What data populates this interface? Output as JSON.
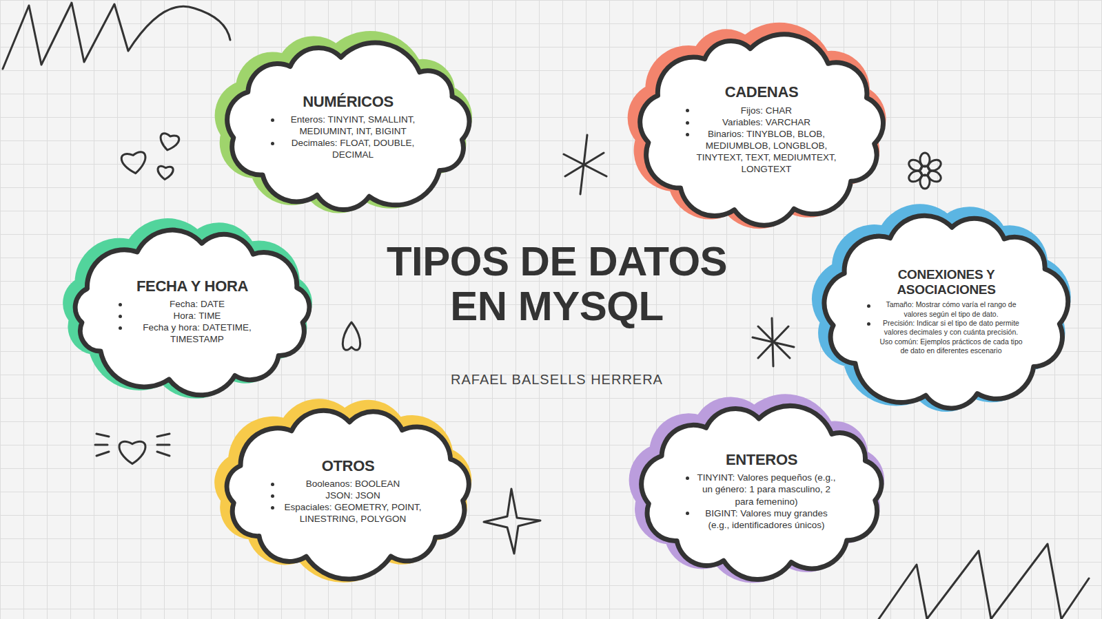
{
  "diagram": {
    "title": "TIPOS DE DATOS EN MYSQL",
    "nodes": [
      {
        "text": [
          "NUMÉRICOS",
          "Enteros: TINYINT, SMALLINT, MEDIUMINT, INT, BIGINT",
          "Decimales: FLOAT, DOUBLE, DECIMAL"
        ]
      },
      {
        "text": [
          "CADENAS",
          "Fijos: CHAR",
          "Variables: VARCHAR",
          "Binarios: TINYBLOB, BLOB, MEDIUMBLOB, LONGBLOB, TINYTEXT, TEXT, MEDIUMTEXT, LONGTEXT"
        ]
      },
      {
        "text": [
          "FECHA Y HORA",
          "Fecha: DATE",
          "Hora: TIME",
          "Fecha y hora: DATETIME, TIMESTAMP"
        ]
      },
      {
        "text": [
          "CONEXIONES Y ASOCIACIONES",
          "Tamaño: Mostrar cómo varía el rango de valores según el tipo de dato.",
          "Precisión: Indicar si el tipo de dato permite valores decimales y con cuánta precisión.",
          "Uso común: Ejemplos prácticos de cada tipo de dato en diferentes escenario"
        ]
      },
      {
        "text": [
          "OTROS",
          "Booleanos: BOOLEAN",
          "JSON: JSON",
          "Espaciales: GEOMETRY, POINT, LINESTRING, POLYGON"
        ]
      },
      {
        "text": [
          "ENTEROS",
          "TINYINT: Valores pequeños (e.g., un género: 1 para masculino, 2 para femenino)",
          "BIGINT: Valores muy grandes (e.g., identificadores únicos)"
        ]
      }
    ],
    "labels": [
      "RAFAEL BALSELLS HERRERA"
    ]
  }
}
